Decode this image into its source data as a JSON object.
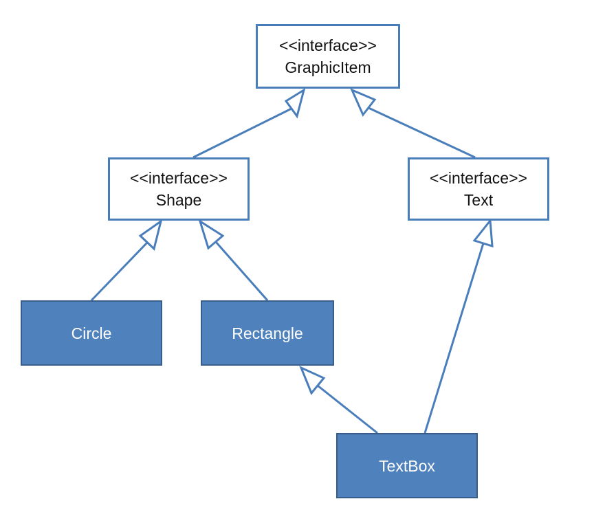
{
  "colors": {
    "interface_border": "#4a7ebb",
    "class_fill": "#4f81bd",
    "class_border": "#385d8a",
    "edge": "#4a7ebb"
  },
  "nodes": {
    "graphicitem": {
      "stereotype": "<<interface>>",
      "name": "GraphicItem"
    },
    "shape": {
      "stereotype": "<<interface>>",
      "name": "Shape"
    },
    "text": {
      "stereotype": "<<interface>>",
      "name": "Text"
    },
    "circle": {
      "name": "Circle"
    },
    "rectangle": {
      "name": "Rectangle"
    },
    "textbox": {
      "name": "TextBox"
    }
  },
  "edges": [
    {
      "from": "shape",
      "to": "graphicitem"
    },
    {
      "from": "text",
      "to": "graphicitem"
    },
    {
      "from": "circle",
      "to": "shape"
    },
    {
      "from": "rectangle",
      "to": "shape"
    },
    {
      "from": "textbox",
      "to": "rectangle"
    },
    {
      "from": "textbox",
      "to": "text"
    }
  ]
}
